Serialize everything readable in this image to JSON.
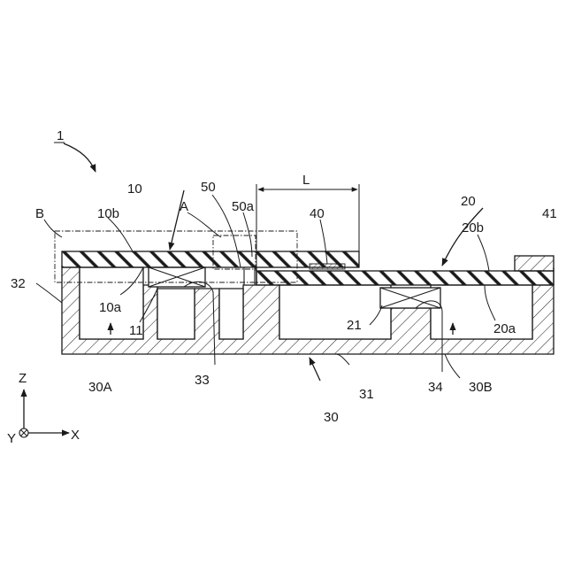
{
  "figure": {
    "labels": {
      "device": "1",
      "region_b": "B",
      "lens_10": "10",
      "region_a": "A",
      "layer_50": "50",
      "distance": "L",
      "lens_20": "20",
      "pad_41": "41",
      "surface_10b": "10b",
      "surface_50a": "50a",
      "part_40": "40",
      "surface_20b": "20b",
      "wall_32": "32",
      "surface_10a": "10a",
      "chip_11": "11",
      "chip_21": "21",
      "surface_20a": "20a",
      "cavity_30a": "30A",
      "adhesive_33": "33",
      "base_31": "31",
      "adhesive_34": "34",
      "cavity_30b": "30B",
      "package_30": "30"
    },
    "axes": {
      "z": "Z",
      "x": "X",
      "y": "Y"
    }
  }
}
